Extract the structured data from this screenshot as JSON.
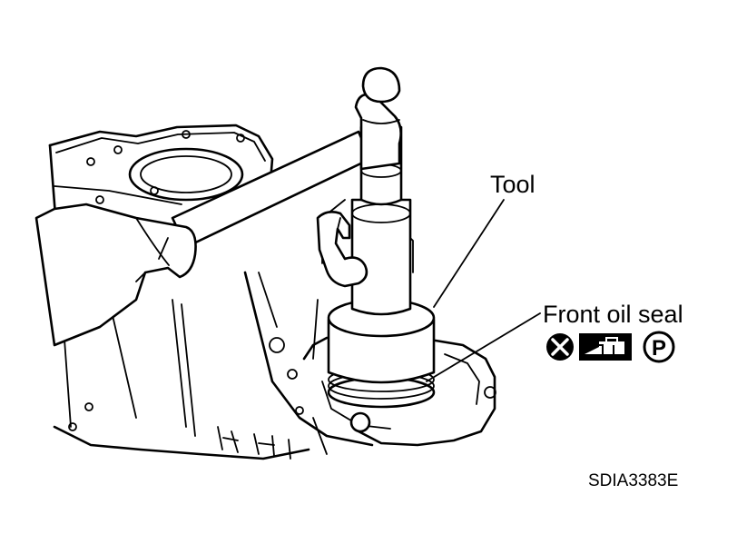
{
  "labels": {
    "tool": "Tool",
    "front_oil_seal": "Front oil seal",
    "figure_code": "SDIA3383E"
  },
  "symbols": {
    "do_not_reuse": "x-in-circle-icon",
    "apply_fluid": "oil-can-icon",
    "petroleum_jelly": "P",
    "ink_color": "#000000"
  }
}
